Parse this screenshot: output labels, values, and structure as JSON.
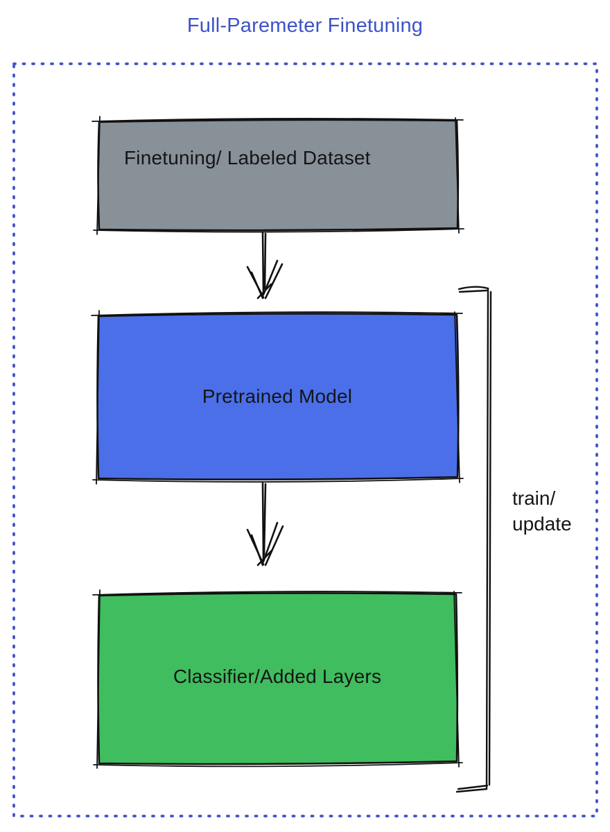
{
  "title": "Full-Paremeter Finetuning",
  "boxes": {
    "dataset": {
      "label": "Finetuning/ Labeled Dataset",
      "fill": "#889098"
    },
    "pretrained": {
      "label": "Pretrained Model",
      "fill": "#4A6FE9"
    },
    "classifier": {
      "label": "Classifier/Added Layers",
      "fill": "#40BD5E"
    }
  },
  "annotations": {
    "train_update": "train/\nupdate"
  },
  "colors": {
    "title_text": "#3D52C9",
    "dashed_border": "#3E53C8",
    "sketch_stroke": "#111111",
    "label_text": "#151515"
  }
}
